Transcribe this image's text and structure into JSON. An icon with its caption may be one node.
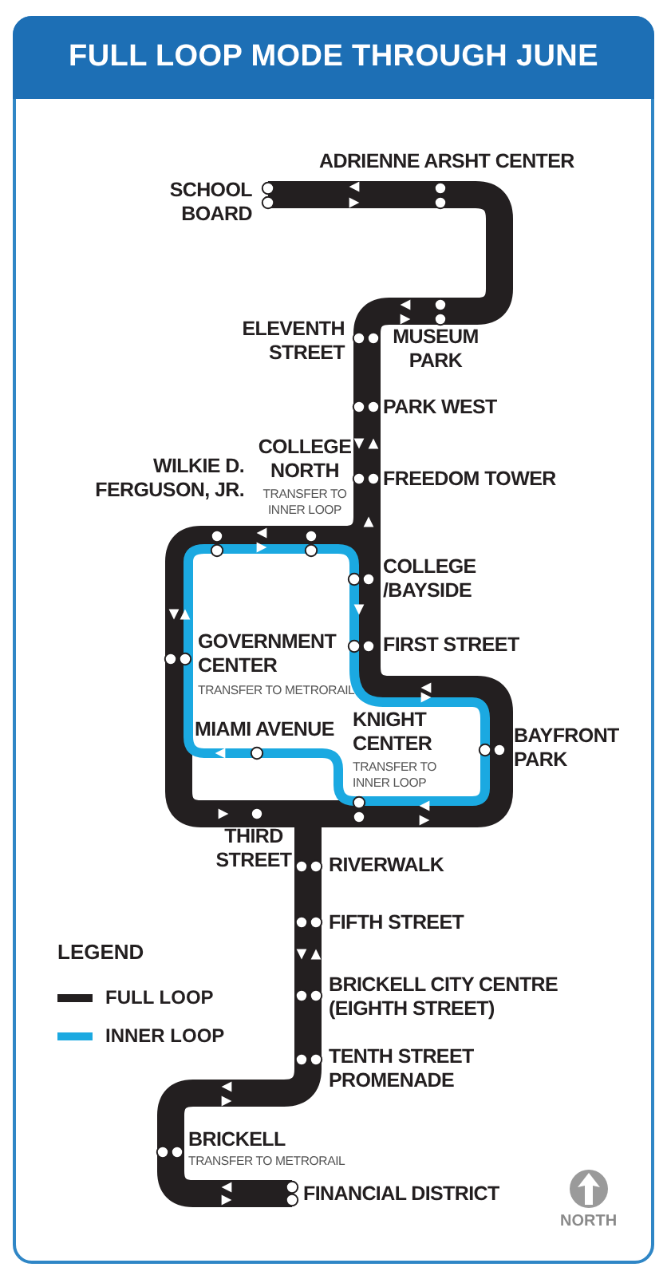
{
  "diagram": {
    "title": "FULL LOOP MODE THROUGH JUNE",
    "labels": [
      "ADRIENNE ARSHT CENTER",
      "SCHOOL BOARD",
      "ELEVENTH STREET",
      "MUSEUM PARK",
      "PARK WEST",
      "COLLEGE NORTH",
      "TRANSFER TO INNER LOOP",
      "FREEDOM TOWER",
      "WILKIE D. FERGUSON, JR.",
      "COLLEGE /BAYSIDE",
      "GOVERNMENT CENTER",
      "FIRST STREET",
      "TRANSFER TO METRORAIL",
      "MIAMI AVENUE",
      "KNIGHT CENTER",
      "BAYFRONT PARK",
      "TRANSFER TO INNER LOOP",
      "THIRD STREET",
      "RIVERWALK",
      "FIFTH STREET",
      "LEGEND",
      "BRICKELL CITY CENTRE (EIGHTH STREET)",
      "TENTH STREET PROMENADE",
      "BRICKELL",
      "TRANSFER TO METRORAIL",
      "FINANCIAL DISTRICT",
      "NORTH"
    ],
    "legend": [
      {
        "text": "FULL LOOP",
        "color": "#231f20"
      },
      {
        "text": "INNER LOOP",
        "color": "#1ba9e1"
      }
    ]
  }
}
